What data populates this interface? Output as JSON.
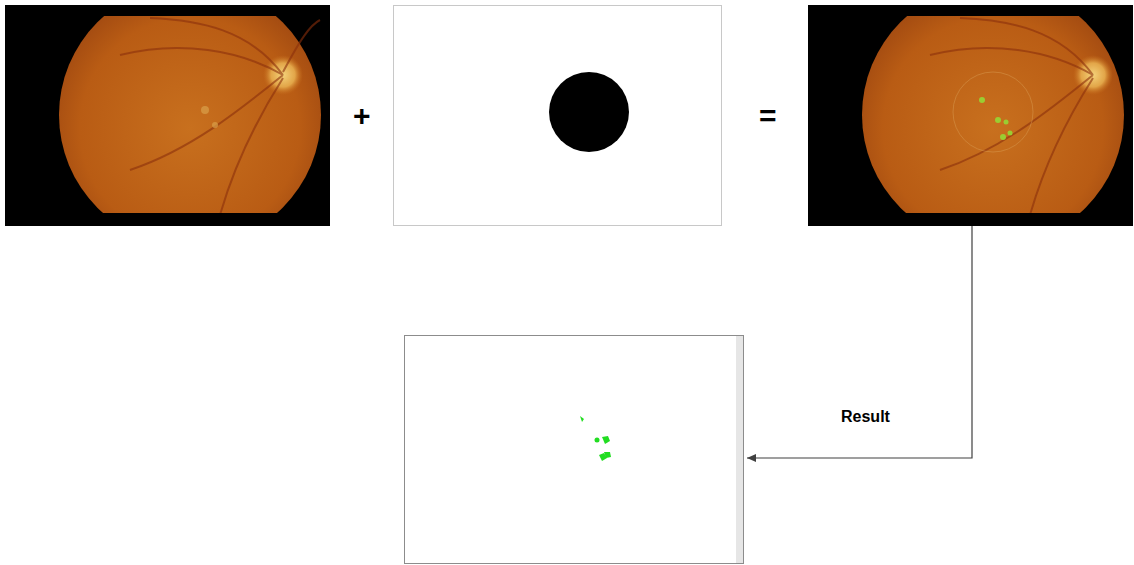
{
  "diagram": {
    "labels": [
      "+",
      "=",
      "Result"
    ]
  }
}
